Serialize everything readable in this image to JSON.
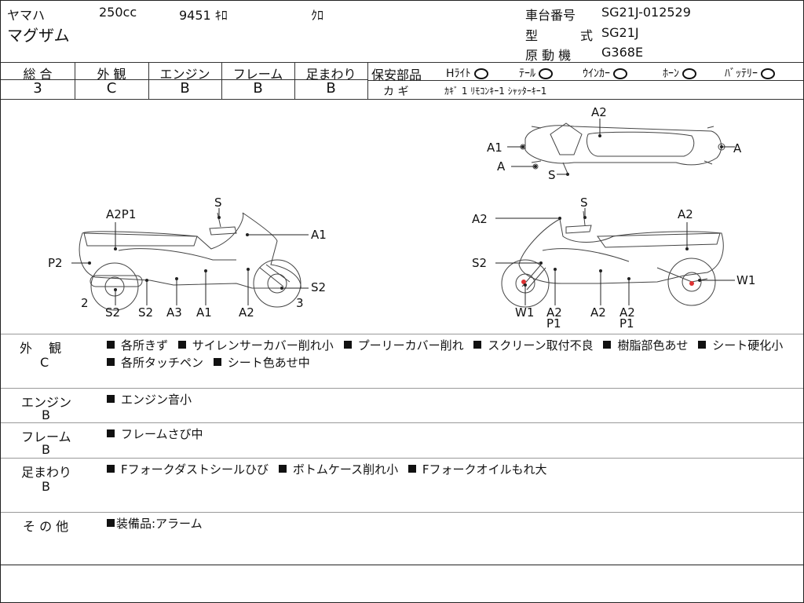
{
  "header": {
    "maker": "ヤマハ",
    "cc": "250cc",
    "mileage": "9451 ｷﾛ",
    "color": "ｸﾛ",
    "model_name": "マグザム",
    "frame_no_label": "車台番号",
    "frame_no": "SG21J-012529",
    "type_label_1": "型",
    "type_label_2": "式",
    "type_value": "SG21J",
    "engine_label": "原 動 機",
    "engine_value": "G368E"
  },
  "grades": [
    {
      "label": "総 合",
      "value": "3"
    },
    {
      "label": "外 観",
      "value": "C"
    },
    {
      "label": "エンジン",
      "value": "B"
    },
    {
      "label": "フレーム",
      "value": "B"
    },
    {
      "label": "足まわり",
      "value": "B"
    }
  ],
  "safety": {
    "label": "保安部品",
    "items": [
      "Hﾗｲﾄ",
      "ﾃｰﾙ",
      "ｳｲﾝｶｰ",
      "ﾎｰﾝ",
      "ﾊﾞｯﾃﾘｰ"
    ],
    "key_label": "カ ギ",
    "key_value": "ｶｷﾞ 1 ﾘﾓｺﾝｷｰ1 ｼｬｯﾀｰｷｰ1"
  },
  "diagram": {
    "top_labels": [
      "A2",
      "A1",
      "A",
      "A",
      "S"
    ],
    "left_labels": [
      "S",
      "A2P1",
      "A1",
      "P2",
      "S2",
      "2",
      "S2",
      "S2",
      "A3",
      "A1",
      "A2",
      "3"
    ],
    "right_labels": [
      "S",
      "A2",
      "A2",
      "S2",
      "W1",
      "W1",
      "A2",
      "P1",
      "A2",
      "A2",
      "P1"
    ]
  },
  "notes": [
    {
      "title": "外　 観",
      "grade": "C",
      "items": [
        "各所きず",
        "サイレンサーカバー削れ小",
        "プーリーカバー削れ",
        "スクリーン取付不良",
        "樹脂部色あせ",
        "シート硬化小",
        "各所タッチペン",
        "シート色あせ中"
      ]
    },
    {
      "title": "エンジン",
      "grade": "B",
      "items": [
        "エンジン音小"
      ]
    },
    {
      "title": "フレーム",
      "grade": "B",
      "items": [
        "フレームさび中"
      ]
    },
    {
      "title": "足まわり",
      "grade": "B",
      "items": [
        "Fフォークダストシールひび",
        "ボトムケース削れ小",
        "Fフォークオイルもれ大"
      ]
    },
    {
      "title": "そ の 他",
      "grade": "",
      "items": [
        "装備品:アラーム"
      ]
    }
  ]
}
